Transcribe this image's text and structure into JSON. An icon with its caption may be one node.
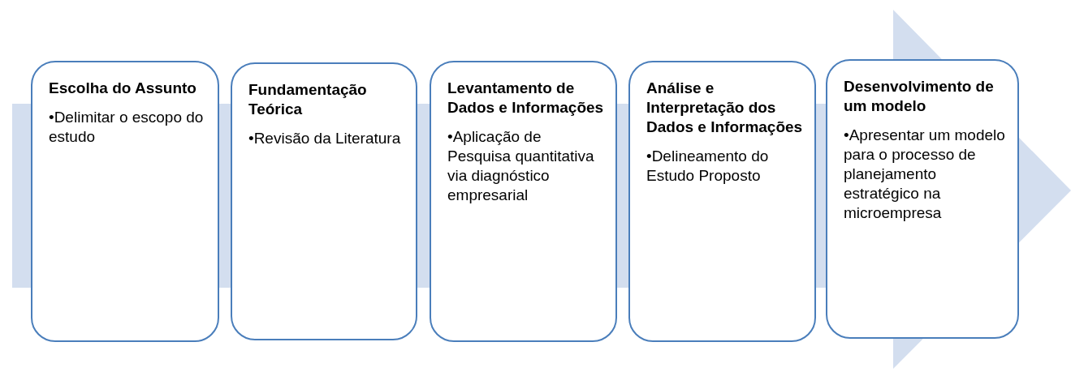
{
  "diagram": {
    "nodes": [
      {
        "text": [
          "Escolha do Assunto",
          "•Delimitar o escopo do estudo"
        ]
      },
      {
        "text": [
          "Fundamentação Teórica",
          "•Revisão da Literatura"
        ]
      },
      {
        "text": [
          "Levantamento de Dados e Informações",
          "•Aplicação de Pesquisa quantitativa via diagnóstico empresarial"
        ]
      },
      {
        "text": [
          "Análise e Interpretação dos Dados e Informações",
          "•Delineamento do Estudo Proposto"
        ]
      },
      {
        "text": [
          "Desenvolvimento de um modelo",
          "•Apresentar um modelo para o processo de planejamento estratégico na microempresa"
        ]
      }
    ]
  }
}
